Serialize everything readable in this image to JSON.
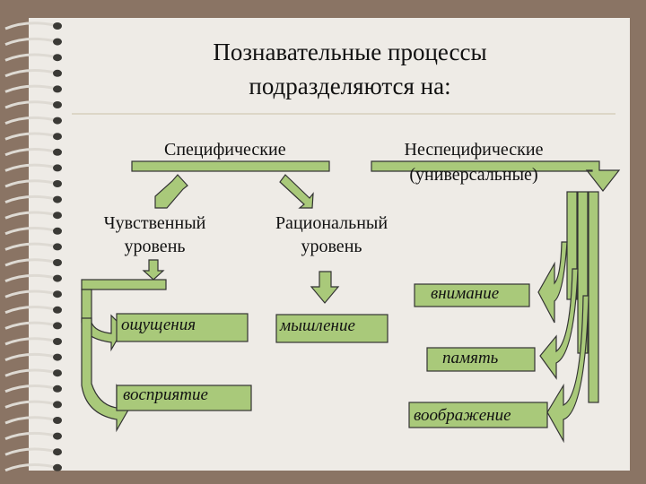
{
  "title": {
    "line1": "Познавательные процессы",
    "line2": "подразделяются на:"
  },
  "categories": {
    "specific": "Специфические",
    "nonspecific_line1": "Неспецифические",
    "nonspecific_line2": "(универсальные)"
  },
  "levels": {
    "sensory_line1": "Чувственный",
    "sensory_line2": "уровень",
    "rational_line1": "Рациональный",
    "rational_line2": "уровень"
  },
  "processes": {
    "sensation": "ощущения",
    "perception": "восприятие",
    "thinking": "мышление",
    "attention": "внимание",
    "memory": "память",
    "imagination": "воображение"
  },
  "colors": {
    "shape_fill": "#a9c97a",
    "shape_stroke": "#333333",
    "paper": "#eeebe6",
    "frame": "#8a7464"
  }
}
